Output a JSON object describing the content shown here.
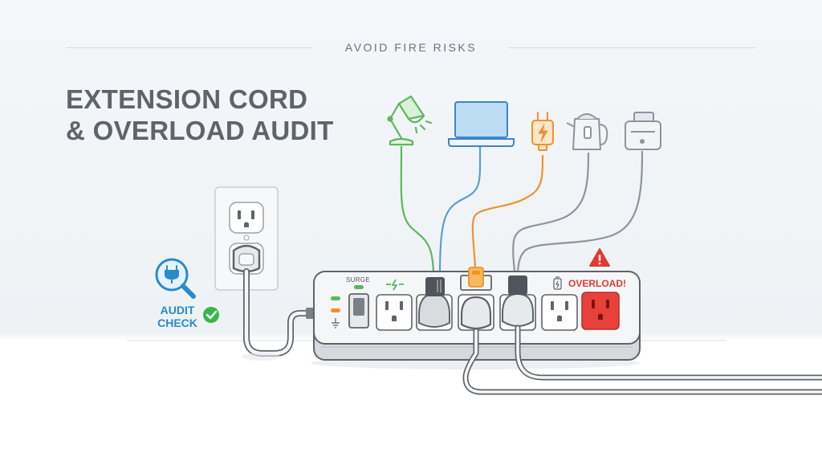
{
  "header": {
    "eyebrow": "AVOID FIRE RISKS",
    "title_line1": "EXTENSION CORD",
    "title_line2": "& OVERLOAD AUDIT"
  },
  "audit_badge": {
    "line1": "AUDIT",
    "line2": "CHECK",
    "icon": "magnifier-plug-icon",
    "status_icon": "check-circle-icon"
  },
  "power_strip": {
    "surge_label": "SURGE",
    "overload_label": "OVERLOAD!",
    "warning_icon": "warning-triangle-icon"
  },
  "devices": [
    {
      "icon": "desk-lamp-icon"
    },
    {
      "icon": "laptop-icon"
    },
    {
      "icon": "phone-charger-icon"
    },
    {
      "icon": "electric-kettle-icon"
    },
    {
      "icon": "toaster-icon"
    }
  ],
  "colors": {
    "lamp_cord": "#5cb85c",
    "laptop_cord": "#5a9fd4",
    "charger_cord": "#f0922b",
    "appliance_cord": "#8e959b",
    "accent_blue": "#2b8ac9",
    "success_green": "#3cb44b",
    "danger_red": "#e03a33",
    "title_gray": "#5e6469"
  }
}
